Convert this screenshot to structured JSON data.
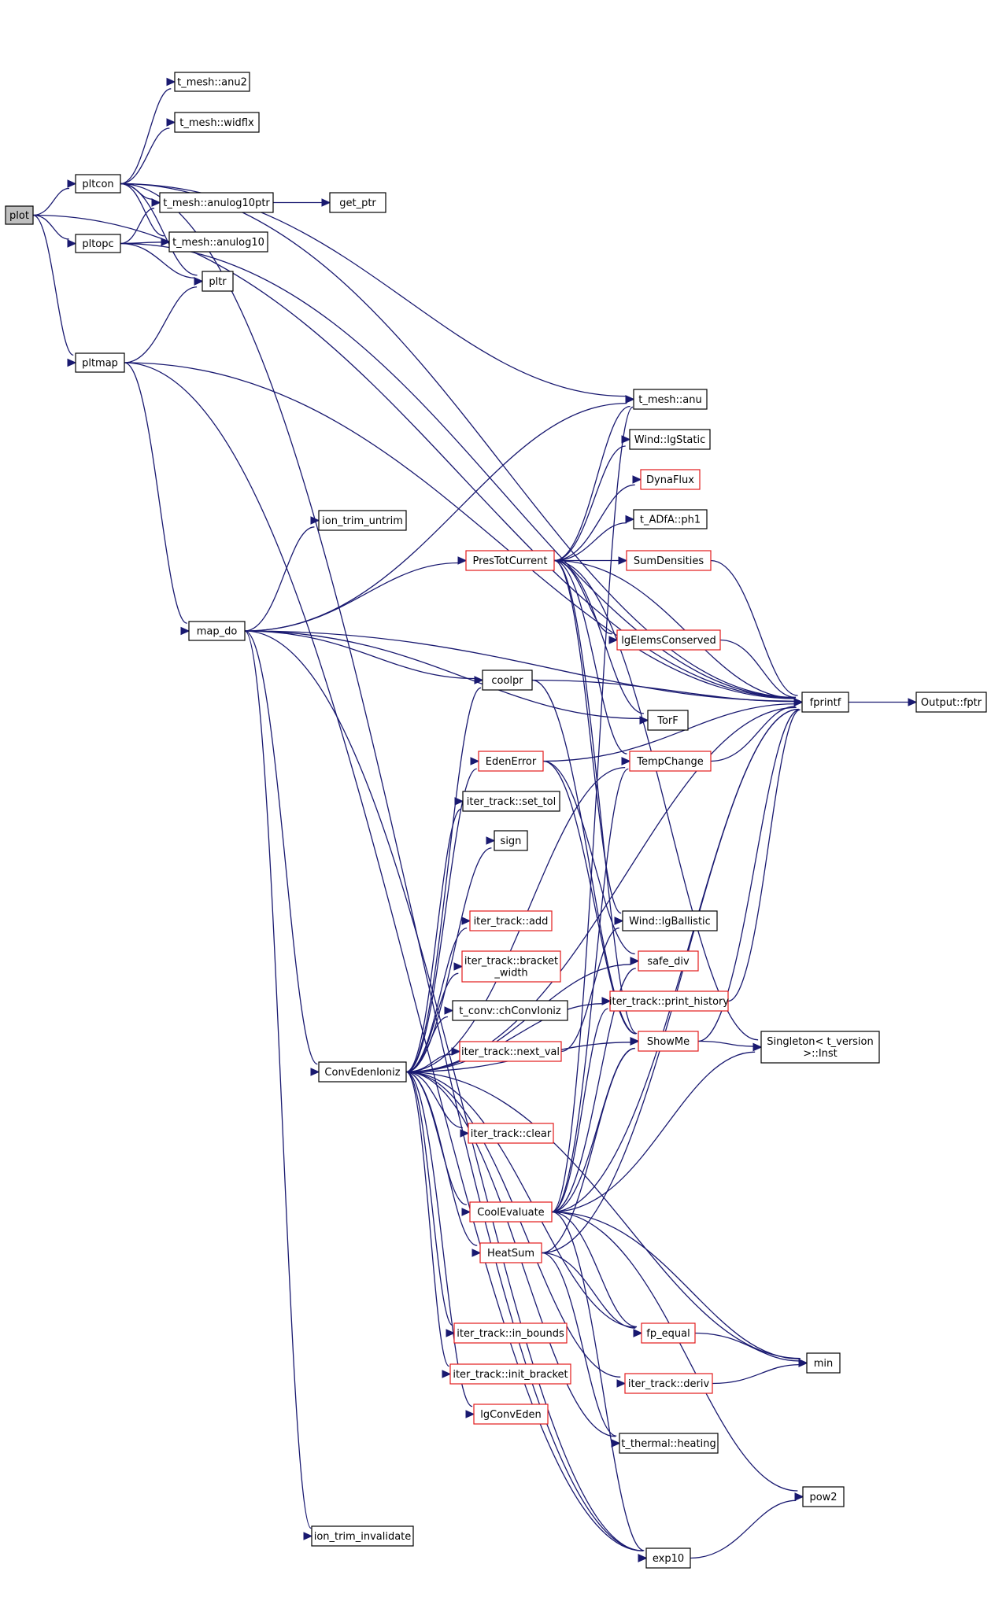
{
  "colors": {
    "edge": "#191970",
    "node_border": "#000000",
    "node_border_incomplete": "#e31a1c",
    "root_fill": "#bfbfbf"
  },
  "nodes": [
    {
      "id": "plot",
      "label": "plot",
      "root": true
    },
    {
      "id": "pltcon",
      "label": "pltcon"
    },
    {
      "id": "pltopc",
      "label": "pltopc"
    },
    {
      "id": "pltmap",
      "label": "pltmap"
    },
    {
      "id": "anu2",
      "label": "t_mesh::anu2"
    },
    {
      "id": "widflx",
      "label": "t_mesh::widflx"
    },
    {
      "id": "anulog10ptr",
      "label": "t_mesh::anulog10ptr"
    },
    {
      "id": "get_ptr",
      "label": "get_ptr"
    },
    {
      "id": "anulog10",
      "label": "t_mesh::anulog10"
    },
    {
      "id": "pltr",
      "label": "pltr"
    },
    {
      "id": "anu",
      "label": "t_mesh::anu"
    },
    {
      "id": "lgStatic",
      "label": "Wind::lgStatic"
    },
    {
      "id": "DynaFlux",
      "label": "DynaFlux",
      "red": true
    },
    {
      "id": "ph1",
      "label": "t_ADfA::ph1"
    },
    {
      "id": "ion_trim_untrim",
      "label": "ion_trim_untrim"
    },
    {
      "id": "PresTotCurrent",
      "label": "PresTotCurrent",
      "red": true
    },
    {
      "id": "SumDensities",
      "label": "SumDensities",
      "red": true
    },
    {
      "id": "lgElemsConserved",
      "label": "lgElemsConserved",
      "red": true
    },
    {
      "id": "map_do",
      "label": "map_do"
    },
    {
      "id": "coolpr",
      "label": "coolpr"
    },
    {
      "id": "fprintf",
      "label": "fprintf"
    },
    {
      "id": "Output_fptr",
      "label": "Output::fptr"
    },
    {
      "id": "TorF",
      "label": "TorF"
    },
    {
      "id": "EdenError",
      "label": "EdenError",
      "red": true
    },
    {
      "id": "TempChange",
      "label": "TempChange",
      "red": true
    },
    {
      "id": "set_tol",
      "label": "iter_track::set_tol"
    },
    {
      "id": "sign",
      "label": "sign"
    },
    {
      "id": "it_add",
      "label": "iter_track::add",
      "red": true
    },
    {
      "id": "lgBallistic",
      "label": "Wind::lgBallistic"
    },
    {
      "id": "bracket_width",
      "label": "iter_track::bracket\n_width",
      "red": true
    },
    {
      "id": "safe_div",
      "label": "safe_div",
      "red": true
    },
    {
      "id": "print_history",
      "label": "iter_track::print_history",
      "red": true
    },
    {
      "id": "chConvIoniz",
      "label": "t_conv::chConvIoniz"
    },
    {
      "id": "next_val",
      "label": "iter_track::next_val",
      "red": true
    },
    {
      "id": "ShowMe",
      "label": "ShowMe",
      "red": true
    },
    {
      "id": "Singleton",
      "label": "Singleton< t_version\n>::Inst"
    },
    {
      "id": "ConvEdenIoniz",
      "label": "ConvEdenIoniz"
    },
    {
      "id": "it_clear",
      "label": "iter_track::clear",
      "red": true
    },
    {
      "id": "CoolEvaluate",
      "label": "CoolEvaluate",
      "red": true
    },
    {
      "id": "HeatSum",
      "label": "HeatSum",
      "red": true
    },
    {
      "id": "in_bounds",
      "label": "iter_track::in_bounds",
      "red": true
    },
    {
      "id": "fp_equal",
      "label": "fp_equal",
      "red": true
    },
    {
      "id": "min",
      "label": "min"
    },
    {
      "id": "init_bracket",
      "label": "iter_track::init_bracket",
      "red": true
    },
    {
      "id": "deriv",
      "label": "iter_track::deriv",
      "red": true
    },
    {
      "id": "lgConvEden",
      "label": "lgConvEden",
      "red": true
    },
    {
      "id": "heating",
      "label": "t_thermal::heating"
    },
    {
      "id": "pow2",
      "label": "pow2"
    },
    {
      "id": "ion_trim_invalidate",
      "label": "ion_trim_invalidate"
    },
    {
      "id": "exp10",
      "label": "exp10"
    }
  ],
  "edges": [
    [
      "plot",
      "pltcon"
    ],
    [
      "plot",
      "pltopc"
    ],
    [
      "plot",
      "pltmap"
    ],
    [
      "plot",
      "fprintf"
    ],
    [
      "pltcon",
      "anu2"
    ],
    [
      "pltcon",
      "widflx"
    ],
    [
      "pltcon",
      "anulog10ptr"
    ],
    [
      "pltcon",
      "anulog10"
    ],
    [
      "pltcon",
      "pltr"
    ],
    [
      "pltcon",
      "anu"
    ],
    [
      "pltcon",
      "fprintf"
    ],
    [
      "pltcon",
      "exp10"
    ],
    [
      "pltopc",
      "anulog10ptr"
    ],
    [
      "pltopc",
      "anulog10"
    ],
    [
      "pltopc",
      "pltr"
    ],
    [
      "pltopc",
      "fprintf"
    ],
    [
      "anulog10ptr",
      "get_ptr"
    ],
    [
      "pltmap",
      "pltr"
    ],
    [
      "pltmap",
      "fprintf"
    ],
    [
      "pltmap",
      "map_do"
    ],
    [
      "pltmap",
      "exp10"
    ],
    [
      "map_do",
      "anu"
    ],
    [
      "map_do",
      "ion_trim_untrim"
    ],
    [
      "map_do",
      "PresTotCurrent"
    ],
    [
      "map_do",
      "coolpr"
    ],
    [
      "map_do",
      "TorF"
    ],
    [
      "map_do",
      "ConvEdenIoniz"
    ],
    [
      "map_do",
      "ion_trim_invalidate"
    ],
    [
      "map_do",
      "exp10"
    ],
    [
      "map_do",
      "fprintf"
    ],
    [
      "PresTotCurrent",
      "anu"
    ],
    [
      "PresTotCurrent",
      "lgStatic"
    ],
    [
      "PresTotCurrent",
      "DynaFlux"
    ],
    [
      "PresTotCurrent",
      "ph1"
    ],
    [
      "PresTotCurrent",
      "SumDensities"
    ],
    [
      "PresTotCurrent",
      "lgElemsConserved"
    ],
    [
      "PresTotCurrent",
      "fprintf"
    ],
    [
      "PresTotCurrent",
      "TorF"
    ],
    [
      "PresTotCurrent",
      "TempChange"
    ],
    [
      "PresTotCurrent",
      "lgBallistic"
    ],
    [
      "PresTotCurrent",
      "Singleton"
    ],
    [
      "PresTotCurrent",
      "ShowMe"
    ],
    [
      "SumDensities",
      "fprintf"
    ],
    [
      "lgElemsConserved",
      "fprintf"
    ],
    [
      "TempChange",
      "fprintf"
    ],
    [
      "coolpr",
      "fprintf"
    ],
    [
      "coolpr",
      "ShowMe"
    ],
    [
      "fprintf",
      "Output_fptr"
    ],
    [
      "EdenError",
      "safe_div"
    ],
    [
      "EdenError",
      "ShowMe"
    ],
    [
      "EdenError",
      "fprintf"
    ],
    [
      "print_history",
      "fprintf"
    ],
    [
      "ShowMe",
      "Singleton"
    ],
    [
      "ShowMe",
      "fprintf"
    ],
    [
      "ConvEdenIoniz",
      "coolpr"
    ],
    [
      "ConvEdenIoniz",
      "EdenError"
    ],
    [
      "ConvEdenIoniz",
      "set_tol"
    ],
    [
      "ConvEdenIoniz",
      "sign"
    ],
    [
      "ConvEdenIoniz",
      "it_add"
    ],
    [
      "ConvEdenIoniz",
      "bracket_width"
    ],
    [
      "ConvEdenIoniz",
      "chConvIoniz"
    ],
    [
      "ConvEdenIoniz",
      "next_val"
    ],
    [
      "ConvEdenIoniz",
      "it_clear"
    ],
    [
      "ConvEdenIoniz",
      "CoolEvaluate"
    ],
    [
      "ConvEdenIoniz",
      "HeatSum"
    ],
    [
      "ConvEdenIoniz",
      "in_bounds"
    ],
    [
      "ConvEdenIoniz",
      "init_bracket"
    ],
    [
      "ConvEdenIoniz",
      "lgConvEden"
    ],
    [
      "ConvEdenIoniz",
      "deriv"
    ],
    [
      "ConvEdenIoniz",
      "heating"
    ],
    [
      "ConvEdenIoniz",
      "min"
    ],
    [
      "ConvEdenIoniz",
      "fp_equal"
    ],
    [
      "ConvEdenIoniz",
      "fprintf"
    ],
    [
      "ConvEdenIoniz",
      "TempChange"
    ],
    [
      "ConvEdenIoniz",
      "safe_div"
    ],
    [
      "ConvEdenIoniz",
      "print_history"
    ],
    [
      "ConvEdenIoniz",
      "ShowMe"
    ],
    [
      "next_val",
      "lgBallistic"
    ],
    [
      "CoolEvaluate",
      "anu"
    ],
    [
      "CoolEvaluate",
      "TempChange"
    ],
    [
      "CoolEvaluate",
      "ShowMe"
    ],
    [
      "CoolEvaluate",
      "Singleton"
    ],
    [
      "CoolEvaluate",
      "fp_equal"
    ],
    [
      "CoolEvaluate",
      "min"
    ],
    [
      "CoolEvaluate",
      "pow2"
    ],
    [
      "CoolEvaluate",
      "exp10"
    ],
    [
      "CoolEvaluate",
      "fprintf"
    ],
    [
      "CoolEvaluate",
      "safe_div"
    ],
    [
      "CoolEvaluate",
      "print_history"
    ],
    [
      "HeatSum",
      "fp_equal"
    ],
    [
      "HeatSum",
      "heating"
    ],
    [
      "HeatSum",
      "ShowMe"
    ],
    [
      "HeatSum",
      "fprintf"
    ],
    [
      "fp_equal",
      "min"
    ],
    [
      "deriv",
      "min"
    ],
    [
      "exp10",
      "pow2"
    ]
  ]
}
